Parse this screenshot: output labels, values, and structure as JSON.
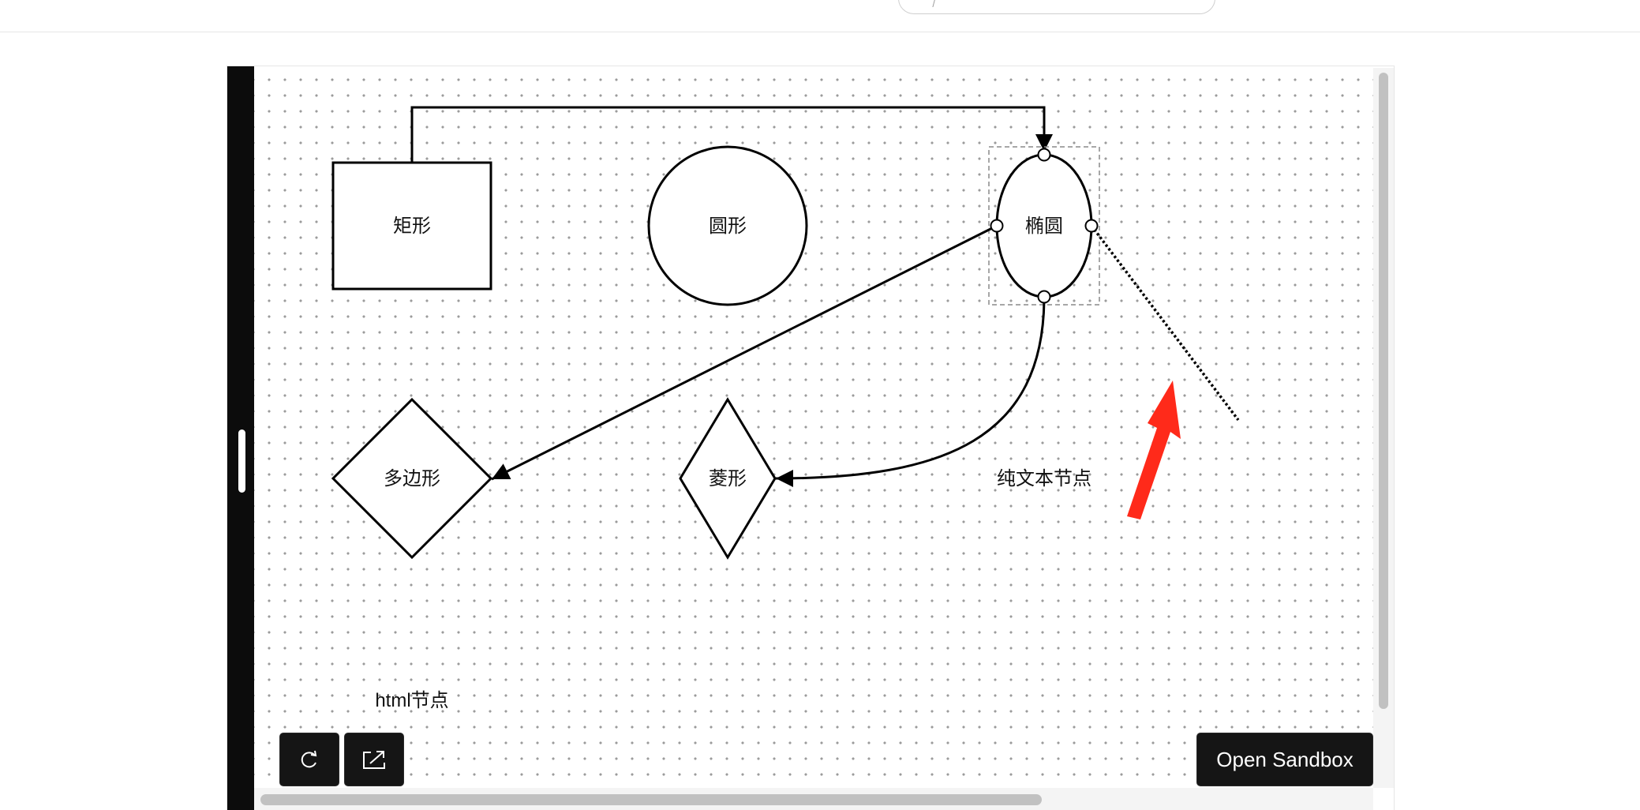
{
  "diagram": {
    "nodes": {
      "rect_label": "矩形",
      "circle_label": "圆形",
      "ellipse_label": "椭圆",
      "polygon_label": "多边形",
      "diamond_label": "菱形",
      "text_node_label": "纯文本节点",
      "html_node_label": "html节点"
    }
  },
  "toolbar": {
    "refresh_icon": "refresh-icon",
    "open_new_window_icon": "external-link-icon",
    "open_sandbox_label": "Open Sandbox"
  },
  "colors": {
    "canvas_background": "#ffffff",
    "grid_dot": "#9b9b9b",
    "stroke": "#000000",
    "annotation_arrow": "#ff2a1a",
    "button_background": "#151515",
    "left_rail": "#0c0c0c"
  }
}
